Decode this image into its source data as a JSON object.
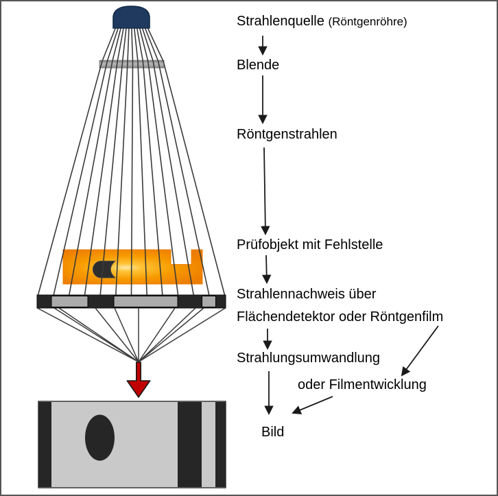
{
  "flow": {
    "source_main": "Strahlenquelle ",
    "source_paren": "(Röntgenröhre)",
    "aperture": "Blende",
    "xrays": "Röntgenstrahlen",
    "test_object": "Prüfobjekt mit Fehlstelle",
    "detection_line1": "Strahlennachweis über",
    "detection_line2": "Flächendetektor oder Röntgenfilm",
    "conversion": "Strahlungsumwandlung",
    "development": "oder Filmentwicklung",
    "result": "Bild"
  },
  "colors": {
    "tube_dome": "#1F3A5E",
    "tube_dome_stroke": "#142C49",
    "object_orange_edge": "#ED7D00",
    "defect_dark": "#2E2E2E",
    "detector_black": "#262626",
    "detector_gray": "#ABABAB",
    "film_gray": "#C9C9C9",
    "arrow_red": "#C00000",
    "ray_line": "#3A3A3A",
    "flow_arrow": "#1A1A1A",
    "frame_border": "#565656"
  }
}
